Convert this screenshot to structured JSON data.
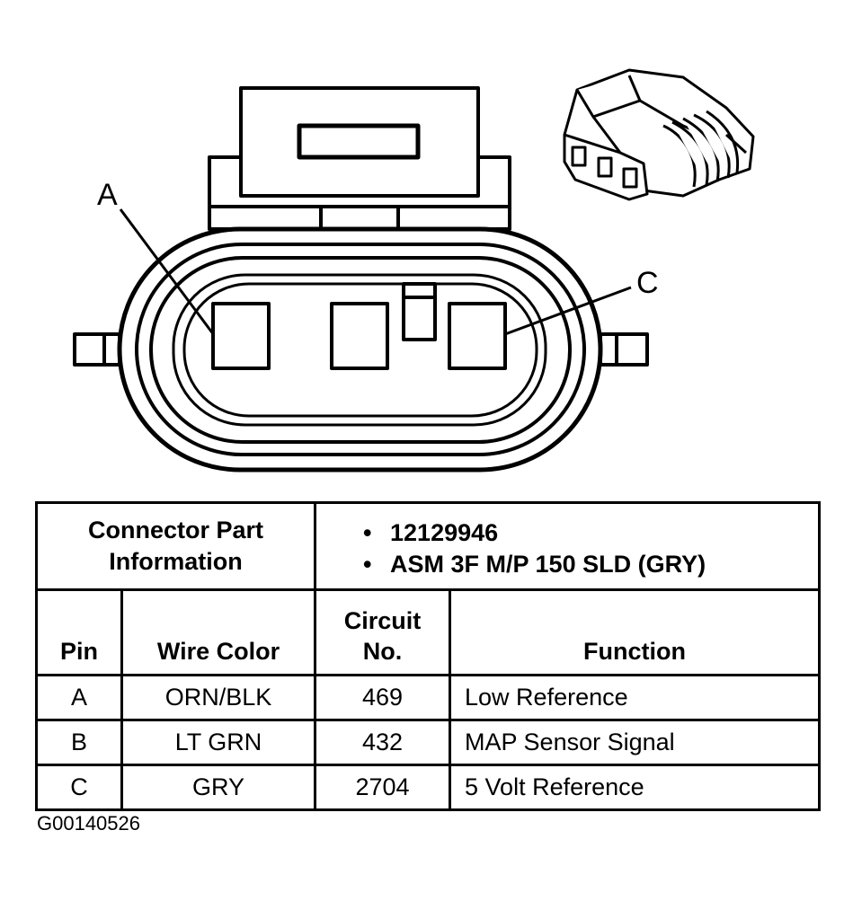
{
  "callouts": {
    "pin_a": "A",
    "pin_c": "C"
  },
  "connector_info": {
    "label": "Connector Part Information",
    "values": [
      "12129946",
      "ASM 3F M/P 150 SLD (GRY)"
    ]
  },
  "table": {
    "headers": {
      "pin": "Pin",
      "wire_color": "Wire Color",
      "circuit_no": "Circuit No.",
      "function": "Function"
    },
    "rows": [
      {
        "pin": "A",
        "wire_color": "ORN/BLK",
        "circuit_no": "469",
        "function": "Low Reference"
      },
      {
        "pin": "B",
        "wire_color": "LT GRN",
        "circuit_no": "432",
        "function": "MAP Sensor Signal"
      },
      {
        "pin": "C",
        "wire_color": "GRY",
        "circuit_no": "2704",
        "function": "5 Volt Reference"
      }
    ]
  },
  "figure_id": "G00140526"
}
